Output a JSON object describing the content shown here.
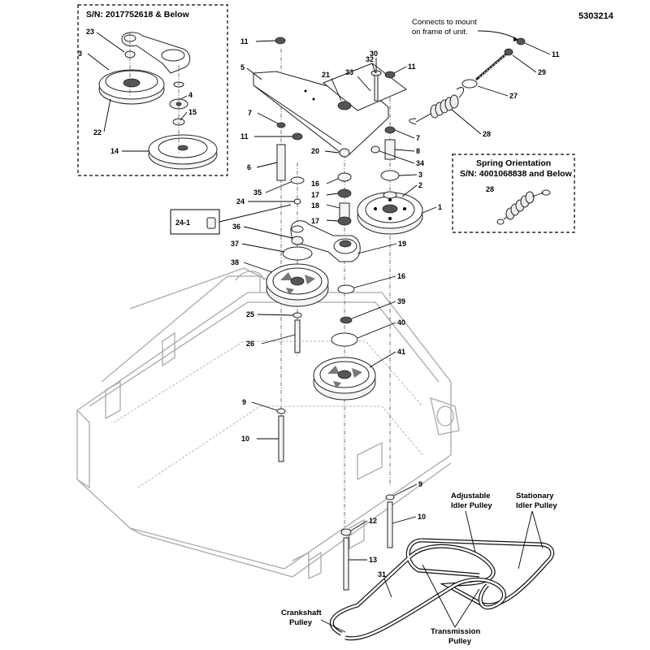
{
  "doc_number": "5303214",
  "inset_box": {
    "title": "S/N: 2017752618 & Below"
  },
  "spring_box": {
    "title_line1": "Spring Orientation",
    "title_line2": "S/N: 4001068838 and Below"
  },
  "note": {
    "line1": "Connects to mount",
    "line2": "on frame of unit."
  },
  "belt_labels": {
    "adjustable": [
      "Adjustable",
      "Idler Pulley"
    ],
    "stationary": [
      "Stationary",
      "Idler Pulley"
    ],
    "crankshaft": [
      "Crankshaft",
      "Pulley"
    ],
    "transmission": [
      "Transmission",
      "Pulley"
    ]
  },
  "callouts": [
    {
      "id": "c23",
      "text": "23"
    },
    {
      "id": "c3a",
      "text": "3"
    },
    {
      "id": "c4",
      "text": "4"
    },
    {
      "id": "c15",
      "text": "15"
    },
    {
      "id": "c22",
      "text": "22"
    },
    {
      "id": "c14",
      "text": "14"
    },
    {
      "id": "c11a",
      "text": "11"
    },
    {
      "id": "c5",
      "text": "5"
    },
    {
      "id": "c7a",
      "text": "7"
    },
    {
      "id": "c11b",
      "text": "11"
    },
    {
      "id": "c6",
      "text": "6"
    },
    {
      "id": "c35",
      "text": "35"
    },
    {
      "id": "c24",
      "text": "24"
    },
    {
      "id": "c24-1",
      "text": "24-1"
    },
    {
      "id": "c36",
      "text": "36"
    },
    {
      "id": "c37",
      "text": "37"
    },
    {
      "id": "c38",
      "text": "38"
    },
    {
      "id": "c25",
      "text": "25"
    },
    {
      "id": "c26",
      "text": "26"
    },
    {
      "id": "c9a",
      "text": "9"
    },
    {
      "id": "c10a",
      "text": "10"
    },
    {
      "id": "c21",
      "text": "21"
    },
    {
      "id": "c33",
      "text": "33"
    },
    {
      "id": "c32",
      "text": "32"
    },
    {
      "id": "c30",
      "text": "30"
    },
    {
      "id": "c11c",
      "text": "11"
    },
    {
      "id": "c20",
      "text": "20"
    },
    {
      "id": "c16a",
      "text": "16"
    },
    {
      "id": "c17a",
      "text": "17"
    },
    {
      "id": "c18",
      "text": "18"
    },
    {
      "id": "c17b",
      "text": "17"
    },
    {
      "id": "c19",
      "text": "19"
    },
    {
      "id": "c16b",
      "text": "16"
    },
    {
      "id": "c39",
      "text": "39"
    },
    {
      "id": "c40",
      "text": "40"
    },
    {
      "id": "c41",
      "text": "41"
    },
    {
      "id": "c7b",
      "text": "7"
    },
    {
      "id": "c8",
      "text": "8"
    },
    {
      "id": "c34",
      "text": "34"
    },
    {
      "id": "c3b",
      "text": "3"
    },
    {
      "id": "c2",
      "text": "2"
    },
    {
      "id": "c1",
      "text": "1"
    },
    {
      "id": "c11d",
      "text": "11"
    },
    {
      "id": "c29",
      "text": "29"
    },
    {
      "id": "c27",
      "text": "27"
    },
    {
      "id": "c28a",
      "text": "28"
    },
    {
      "id": "c28b",
      "text": "28"
    },
    {
      "id": "c9b",
      "text": "9"
    },
    {
      "id": "c10b",
      "text": "10"
    },
    {
      "id": "c12",
      "text": "12"
    },
    {
      "id": "c13",
      "text": "13"
    },
    {
      "id": "c31",
      "text": "31"
    }
  ]
}
